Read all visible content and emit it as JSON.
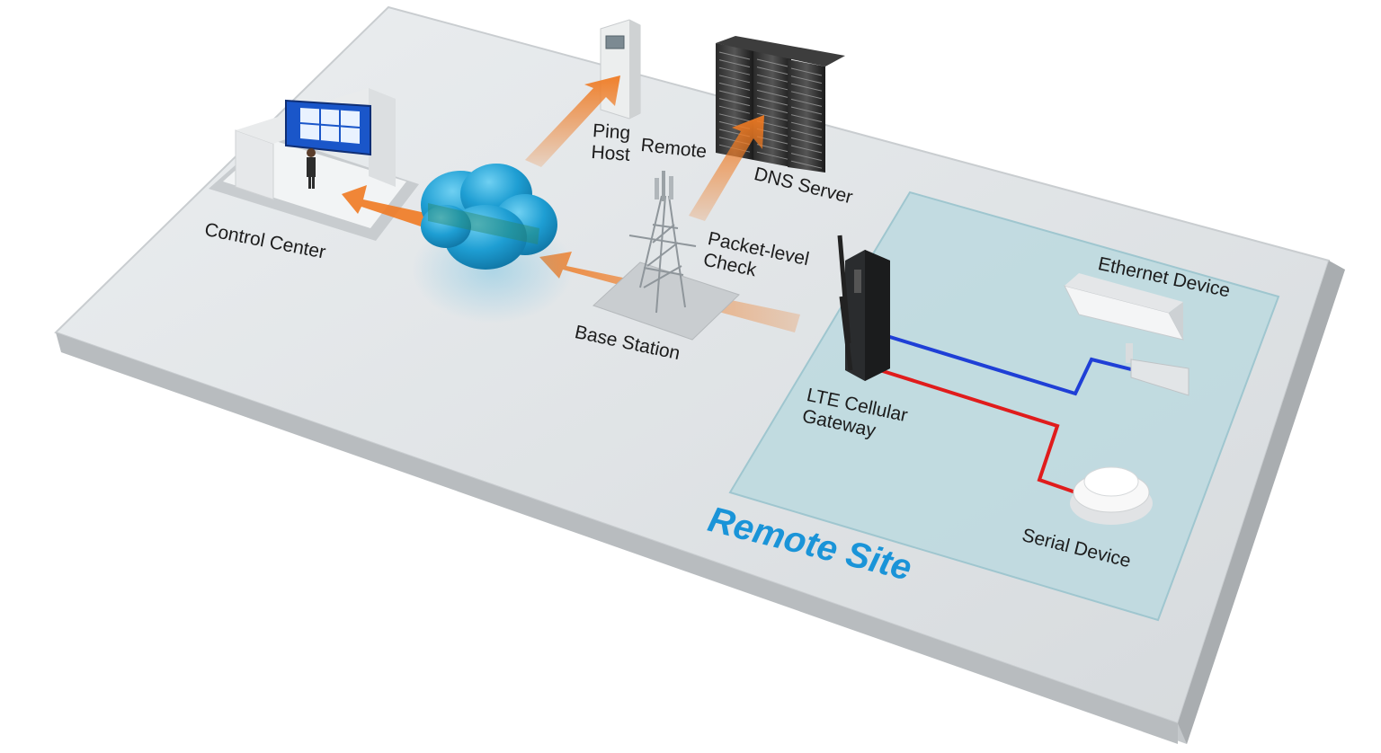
{
  "labels": {
    "control_center": "Control Center",
    "ping_host": "Ping\nHost",
    "remote": "Remote",
    "dns_server": "DNS Server",
    "packet_level_check": "Packet-level\nCheck",
    "base_station": "Base Station",
    "lte_gateway": "LTE Cellular\nGateway",
    "ethernet_device": "Ethernet Device",
    "serial_device": "Serial Device",
    "remote_site": "Remote Site"
  },
  "colors": {
    "platform_top": "#dfe3e6",
    "remote_zone": "#bcd9df",
    "arrow": "#ef7a22",
    "cloud": "#1e9ed3",
    "ethernet_cable": "#1f3fd6",
    "serial_cable": "#e01c1c",
    "remote_site_text": "#1a94d8"
  },
  "icons": {
    "cloud": "cloud-icon",
    "tower": "cell-tower-icon",
    "servers": "server-rack-icon",
    "ping_host": "kiosk-icon",
    "gateway": "router-icon",
    "camera": "camera-icon",
    "detector": "smoke-detector-icon",
    "control_room": "video-wall-icon"
  }
}
